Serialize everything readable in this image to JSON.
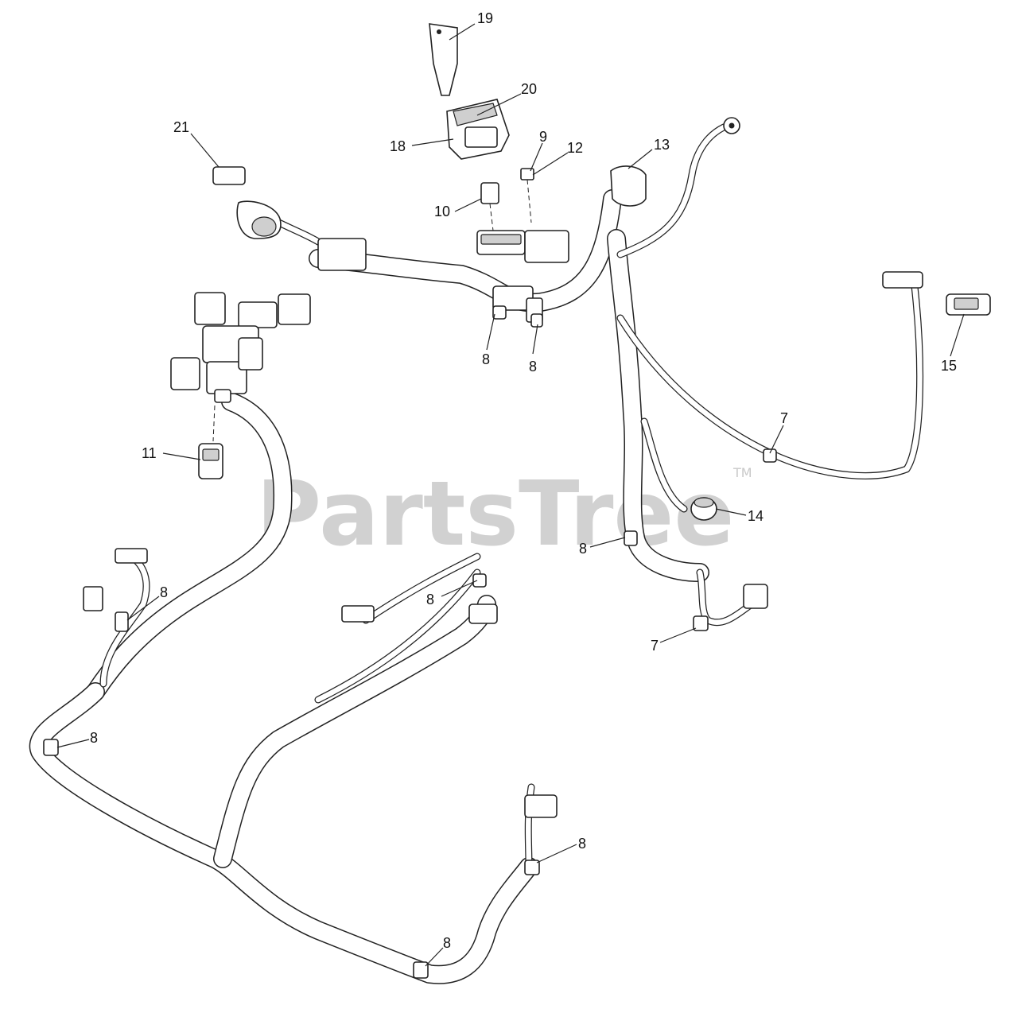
{
  "watermark": {
    "text": "PartsTree",
    "trademark": "TM"
  },
  "callouts": {
    "c19": "19",
    "c20": "20",
    "c18": "18",
    "c21": "21",
    "c9": "9",
    "c12": "12",
    "c10": "10",
    "c13": "13",
    "c8a": "8",
    "c8b": "8",
    "c15": "15",
    "c11": "11",
    "c7a": "7",
    "c14": "14",
    "c8c": "8",
    "c8d": "8",
    "c8e": "8",
    "c7b": "7",
    "c8f": "8",
    "c8g": "8",
    "c8h": "8"
  }
}
